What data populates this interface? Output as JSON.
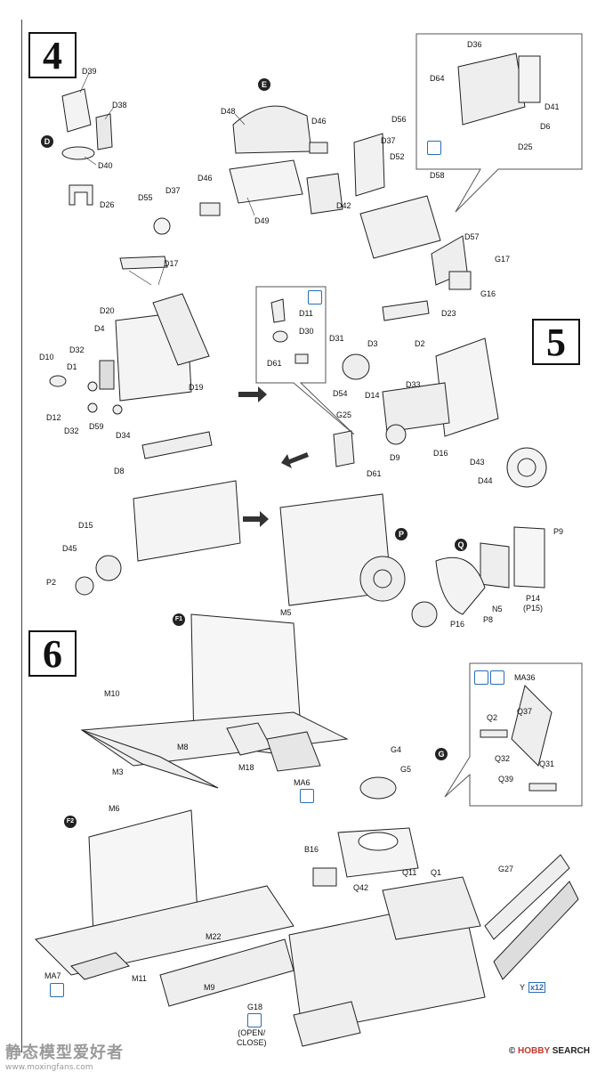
{
  "steps": {
    "s4": "4",
    "s5": "5",
    "s6": "6"
  },
  "sub_steps": {
    "D": "D",
    "E": "E",
    "P": "P",
    "Q": "Q",
    "F1": "F1",
    "F2": "F2",
    "G": "G"
  },
  "parts": {
    "D39": "D39",
    "D38": "D38",
    "D40": "D40",
    "D26": "D26",
    "D48": "D48",
    "D46a": "D46",
    "D56": "D56",
    "D37a": "D37",
    "D52": "D52",
    "D58": "D58",
    "D46b": "D46",
    "D37b": "D37",
    "D55": "D55",
    "D49": "D49",
    "D42": "D42",
    "D36": "D36",
    "D64": "D64",
    "D41": "D41",
    "D6": "D6",
    "D25": "D25",
    "D57": "D57",
    "G17": "G17",
    "G16": "G16",
    "D17": "D17",
    "D20": "D20",
    "D4": "D4",
    "D32a": "D32",
    "D10": "D10",
    "D1": "D1",
    "D19": "D19",
    "D12": "D12",
    "D32b": "D32",
    "D59": "D59",
    "D34": "D34",
    "D11": "D11",
    "D30": "D30",
    "D61a": "D61",
    "D23": "D23",
    "D31": "D31",
    "D3": "D3",
    "D2": "D2",
    "D54": "D54",
    "D14": "D14",
    "D33": "D33",
    "G25": "G25",
    "D61b": "D61",
    "D9": "D9",
    "D16": "D16",
    "D43": "D43",
    "D44": "D44",
    "D8": "D8",
    "D15": "D15",
    "D45": "D45",
    "P2": "P2",
    "P9": "P9",
    "N5": "N5",
    "P14": "P14",
    "P15": "(P15)",
    "P16": "P16",
    "P8": "P8",
    "M5": "M5",
    "M10": "M10",
    "M8": "M8",
    "M3": "M3",
    "M18": "M18",
    "MA6": "MA6",
    "M6": "M6",
    "M22": "M22",
    "MA7": "MA7",
    "M11": "M11",
    "M9": "M9",
    "MA36": "MA36",
    "Q37": "Q37",
    "Q2": "Q2",
    "Q32": "Q32",
    "Q31": "Q31",
    "Q39": "Q39",
    "G4": "G4",
    "G5": "G5",
    "B16": "B16",
    "Q42": "Q42",
    "Q11": "Q11",
    "Q1": "Q1",
    "G27": "G27",
    "Y": "Y",
    "x12": "x12",
    "G18": "G18",
    "open_close": "(OPEN/\nCLOSE)"
  },
  "footer": {
    "watermark_cn": "静态模型爱好者",
    "watermark_url": "www.moxingfans.com",
    "copyright": "©",
    "brand_a": "HOBBY",
    "brand_b": "SEARCH"
  }
}
